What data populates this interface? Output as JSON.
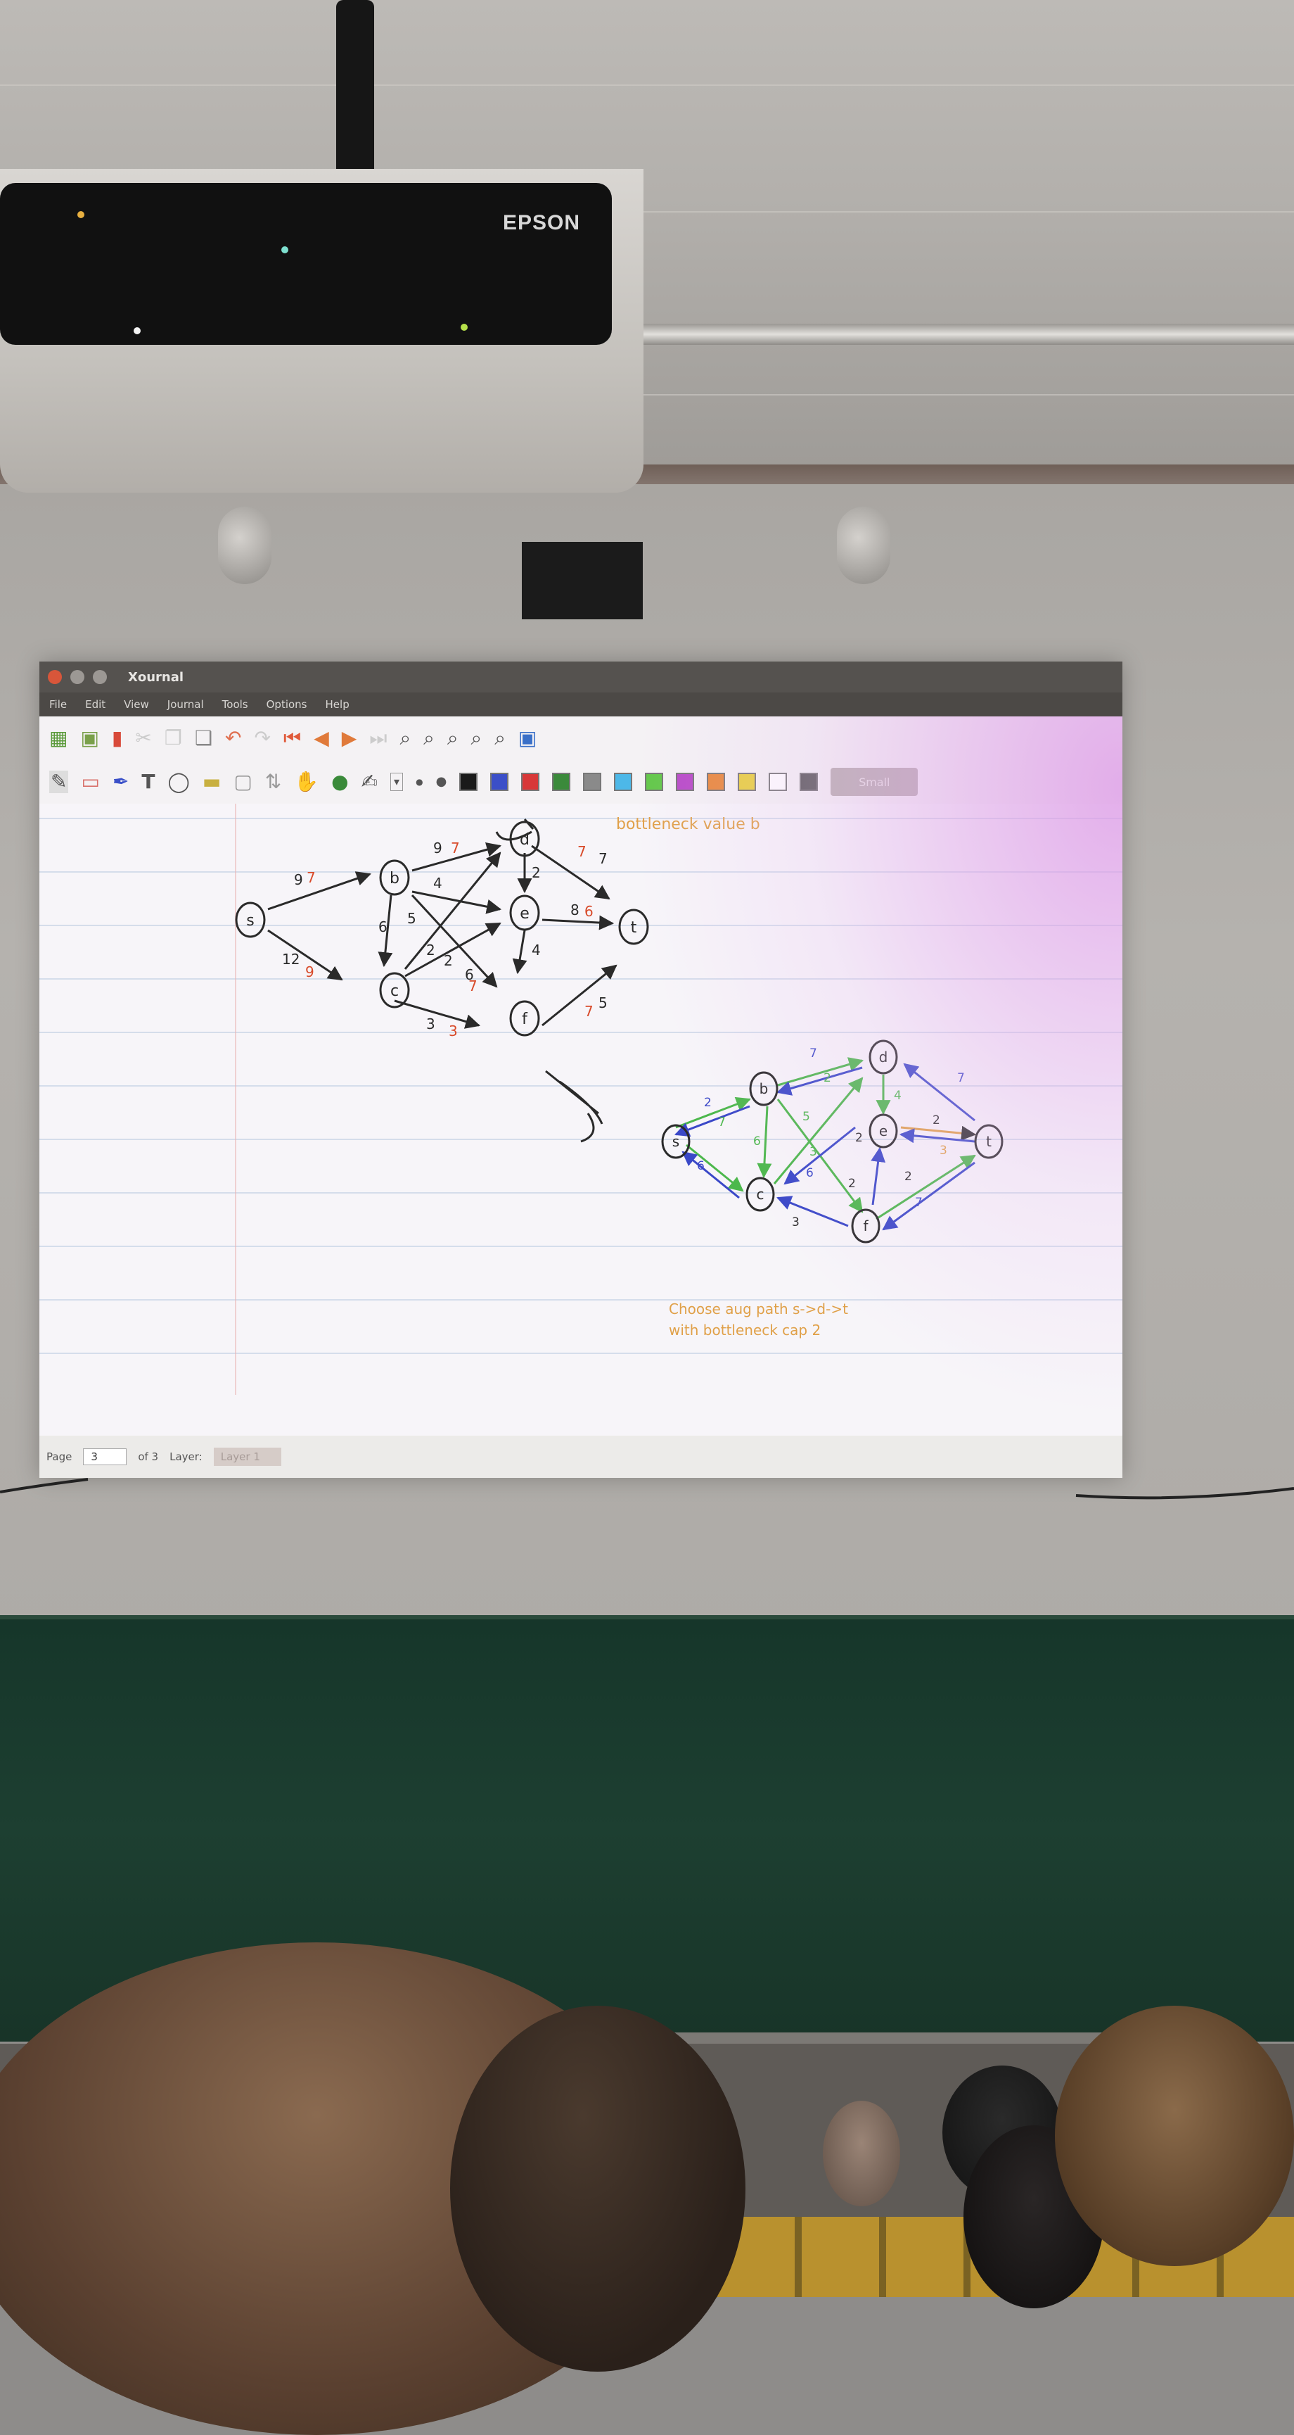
{
  "projector": {
    "brand": "EPSON"
  },
  "app": {
    "window_title": "Xournal",
    "menu": [
      "File",
      "Edit",
      "View",
      "Journal",
      "Tools",
      "Options",
      "Help"
    ],
    "pen_size": "Small"
  },
  "colors": {
    "palette": [
      "#1a1a1a",
      "#3b4fc8",
      "#d83838",
      "#3b8a3b",
      "#8a8a8a",
      "#4db8e8",
      "#63c84a",
      "#b84ac8",
      "#e8883a",
      "#e8d03a",
      "#ffffff",
      "#555555"
    ],
    "ink_black": "#2a2a2a",
    "ink_red": "#d84a2a",
    "ink_green": "#4cb84c",
    "ink_blue": "#3a48c8",
    "ink_orange": "#e0a048"
  },
  "status": {
    "page_label": "Page",
    "page_value": "3",
    "page_of": "of 3",
    "layer_label": "Layer:",
    "layer_value": "Layer 1"
  },
  "notes": {
    "top_note": "bottleneck value b",
    "bottom_note_line1": "Choose aug path s->d->t",
    "bottom_note_line2": "with bottleneck cap 2"
  },
  "graph1": {
    "nodes": [
      "s",
      "b",
      "c",
      "d",
      "e",
      "f",
      "t"
    ],
    "edge_labels": [
      "9",
      "7",
      "12",
      "9",
      "9",
      "7",
      "4",
      "6",
      "5",
      "2",
      "2",
      "6",
      "7",
      "2",
      "3",
      "3",
      "8",
      "6",
      "7",
      "5",
      "4",
      "7",
      "7"
    ]
  },
  "graph2": {
    "nodes": [
      "s",
      "b",
      "c",
      "d",
      "e",
      "f",
      "t"
    ],
    "edge_labels": [
      "2",
      "7",
      "7",
      "2",
      "6",
      "5",
      "3",
      "6",
      "2",
      "4",
      "2",
      "3",
      "2",
      "2",
      "3",
      "7",
      "6",
      "7"
    ]
  }
}
